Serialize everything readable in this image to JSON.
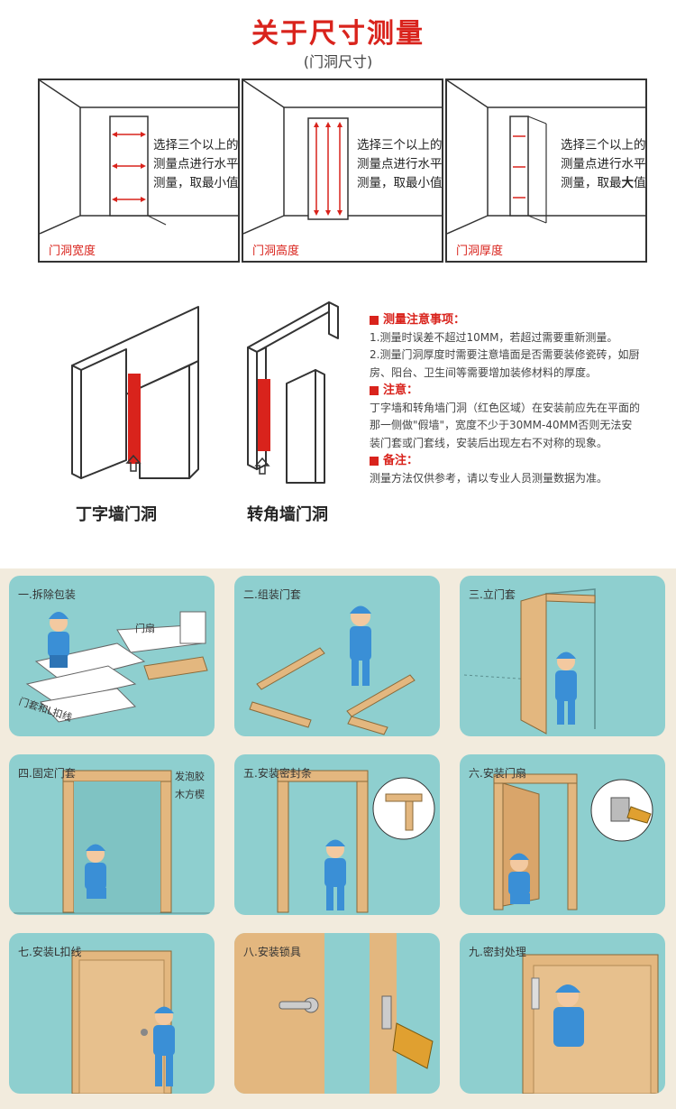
{
  "header": {
    "title": "关于尺寸测量",
    "subtitle": "(门洞尺寸)"
  },
  "panels": [
    {
      "note": "选择三个以上的测量点进行水平测量，取最小值",
      "label": "门洞宽度"
    },
    {
      "note": "选择三个以上的测量点进行水平测量，取最小值",
      "label": "门洞高度"
    },
    {
      "note_before": "选择三个以上的测量点进行水平测量，取最",
      "note_bold": "大",
      "note_after": "值",
      "label": "门洞厚度"
    }
  ],
  "walls": {
    "t_label": "丁字墙门洞",
    "corner_label": "转角墙门洞"
  },
  "notes": {
    "h1": "测量注意事项：",
    "p1": "1.测量时误差不超过10MM，若超过需要重新测量。",
    "p2": "2.测量门洞厚度时需要注意墙面是否需要装修瓷砖，如厨房、阳台、卫生间等需要增加装修材料的厚度。",
    "h2": "注意：",
    "p3": "丁字墙和转角墙门洞（红色区域）在安装前应先在平面的那一侧做\"假墙\"，宽度不少于30MM-40MM否则无法安装门套或门套线，安装后出现左右不对称的现象。",
    "h3": "备注：",
    "p4": "测量方法仅供参考，请以专业人员测量数据为准。"
  },
  "steps": [
    {
      "label": "一.拆除包装",
      "annotations": [
        "门扇",
        "门套和L扣线"
      ]
    },
    {
      "label": "二.组装门套",
      "annotations": []
    },
    {
      "label": "三.立门套",
      "annotations": []
    },
    {
      "label": "四.固定门套",
      "annotations": [
        "发泡胶",
        "木方楔"
      ]
    },
    {
      "label": "五.安装密封条",
      "annotations": []
    },
    {
      "label": "六.安装门扇",
      "annotations": []
    },
    {
      "label": "七.安装L扣线",
      "annotations": []
    },
    {
      "label": "八.安装锁具",
      "annotations": []
    },
    {
      "label": "九.密封处理",
      "annotations": []
    }
  ],
  "colors": {
    "accent": "#d9231c",
    "step_bg": "#8ecfcf",
    "bottom_bg": "#f2ebdd",
    "worker": "#3a8fd6",
    "wood": "#e3b77f"
  }
}
